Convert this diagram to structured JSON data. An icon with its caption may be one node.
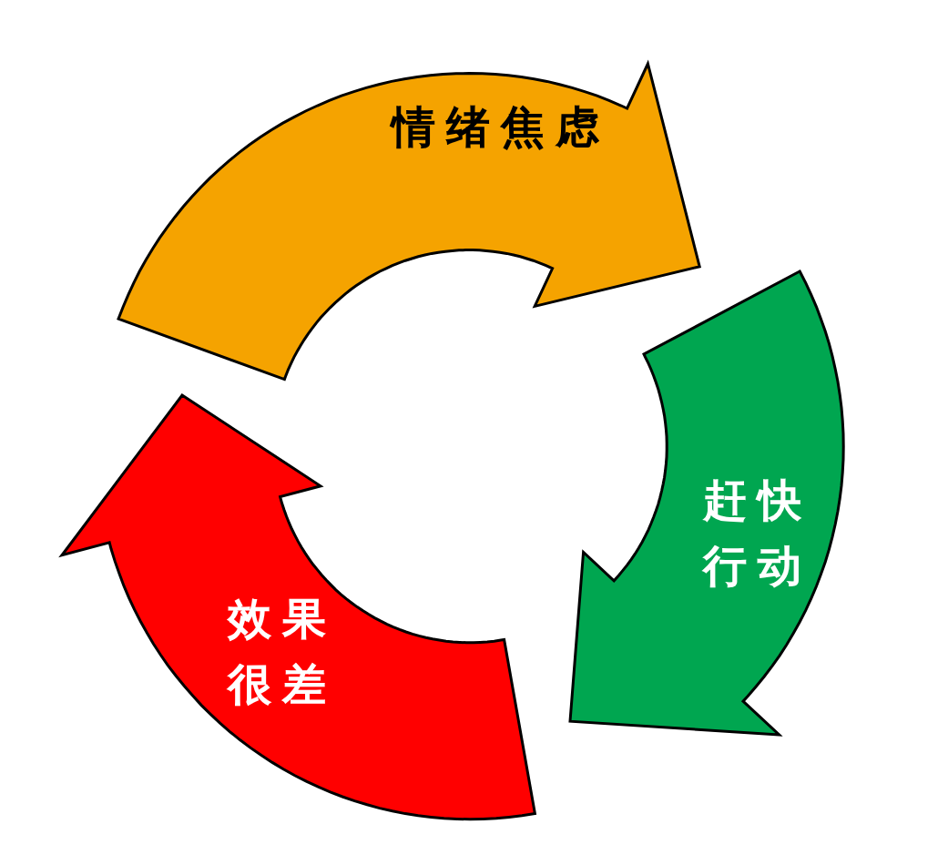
{
  "diagram": {
    "nodes": [
      {
        "text": [
          "情绪焦虑"
        ]
      },
      {
        "text": [
          "赶快行动"
        ]
      },
      {
        "text": [
          "效果很差"
        ]
      }
    ]
  }
}
